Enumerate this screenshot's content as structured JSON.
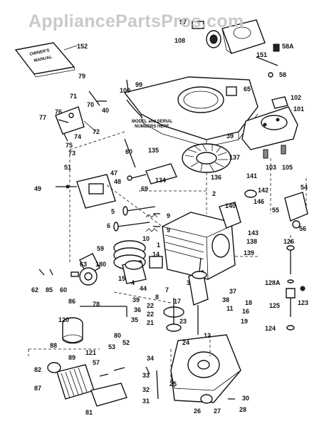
{
  "watermark": "AppliancePartsPros.com",
  "callouts": {
    "c152": "152",
    "c57": "57",
    "c108": "108",
    "c151": "151",
    "c58A": "58A",
    "c58": "58",
    "c79": "79",
    "c100": "100",
    "c99": "99",
    "c65": "65",
    "c71": "71",
    "c70": "70",
    "c40": "40",
    "c102": "102",
    "c101": "101",
    "c76": "76",
    "c77": "77",
    "c72": "72",
    "c39": "39",
    "c75": "75",
    "c74": "74",
    "c73": "73",
    "c60a": "60",
    "c135": "135",
    "c137": "137",
    "c103": "103",
    "c105": "105",
    "c51": "51",
    "c47": "47",
    "c48": "48",
    "c69": "69",
    "c134": "134",
    "c136": "136",
    "c141": "141",
    "c49": "49",
    "c2": "2",
    "c142": "142",
    "c54": "54",
    "c146": "146",
    "c55": "55",
    "c140": "140",
    "c5": "5",
    "c9a": "9",
    "c56": "56",
    "c6": "6",
    "c9b": "9",
    "c143": "143",
    "c10": "10",
    "c139": "139",
    "c1": "1",
    "c59": "59",
    "c14": "14",
    "c138": "138",
    "c126": "126",
    "c63": "63",
    "c180": "180",
    "c15": "15",
    "c4": "4",
    "c62": "62",
    "c85": "85",
    "c60b": "60",
    "c44": "44",
    "c3": "3",
    "c128A": "128A",
    "c7": "7",
    "c8": "8",
    "c37": "37",
    "c38": "38",
    "c86": "86",
    "c78": "78",
    "c36": "36",
    "c18": "18",
    "c11": "11",
    "c16": "16",
    "c123": "123",
    "c22": "22",
    "c17": "17",
    "c125": "125",
    "c19": "19",
    "c21": "21",
    "c35": "35",
    "c120": "120",
    "c80": "80",
    "c23": "23",
    "c12": "12",
    "c124": "124",
    "c88": "88",
    "c121": "121",
    "c53": "53",
    "c52": "52",
    "c24": "24",
    "c89": "89",
    "c57b": "57",
    "c34": "34",
    "c82": "82",
    "c33": "33",
    "c25": "25",
    "c87": "87",
    "c32": "32",
    "c31": "31",
    "c30": "30",
    "c81": "81",
    "c26": "26",
    "c27": "27",
    "c28": "28"
  },
  "manual_label": [
    "OWNER'S",
    "MANUAL"
  ],
  "model_note": [
    "MODEL and SERIAL",
    "NUMBERS HERE"
  ]
}
